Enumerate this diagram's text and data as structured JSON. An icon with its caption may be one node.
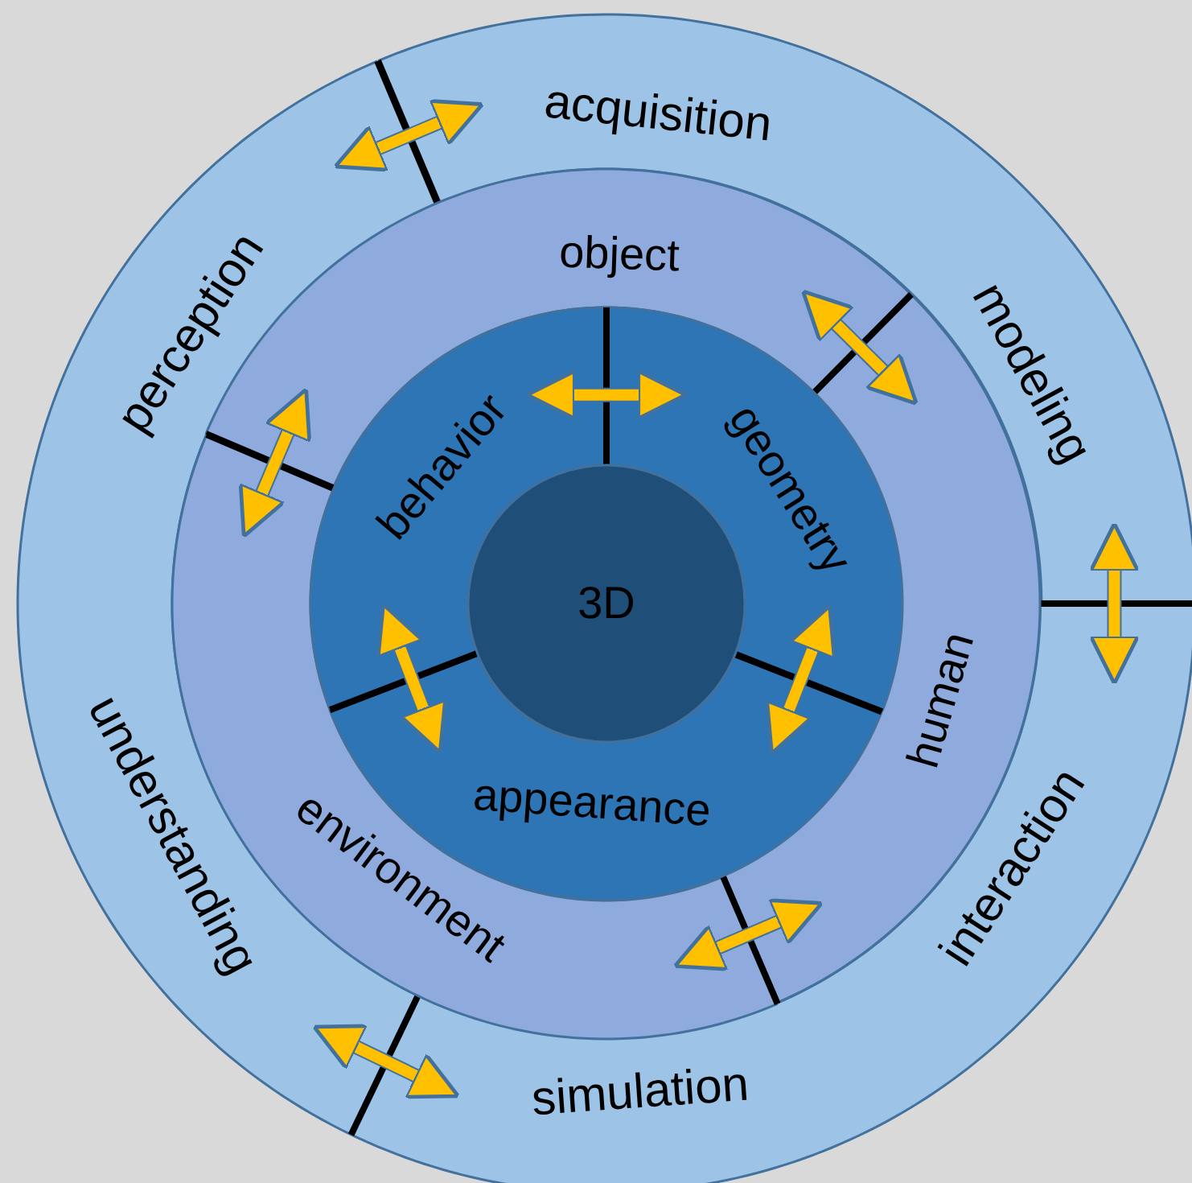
{
  "diagram": {
    "nodes": [
      {
        "text": [
          "acquisition",
          "modeling"
        ]
      },
      {
        "text": [
          "interaction",
          "simulation"
        ]
      },
      {
        "text": [
          "understanding",
          "perception"
        ]
      },
      {
        "text": [
          "object"
        ]
      },
      {
        "text": [
          "human"
        ]
      },
      {
        "text": [
          "environment"
        ]
      },
      {
        "text": [
          "geometry"
        ]
      },
      {
        "text": [
          "appearance"
        ]
      },
      {
        "text": [
          "behavior"
        ]
      },
      {
        "text": [
          "3D"
        ]
      }
    ],
    "edges": [
      {
        "from": 2,
        "to": 0,
        "arrow": "both"
      },
      {
        "from": 0,
        "to": 1,
        "arrow": "both"
      },
      {
        "from": 1,
        "to": 2,
        "arrow": "both"
      },
      {
        "from": 5,
        "to": 3,
        "arrow": "both"
      },
      {
        "from": 3,
        "to": 4,
        "arrow": "both"
      },
      {
        "from": 4,
        "to": 5,
        "arrow": "both"
      },
      {
        "from": 8,
        "to": 6,
        "arrow": "both"
      },
      {
        "from": 6,
        "to": 7,
        "arrow": "both"
      },
      {
        "from": 7,
        "to": 8,
        "arrow": "both"
      }
    ]
  }
}
